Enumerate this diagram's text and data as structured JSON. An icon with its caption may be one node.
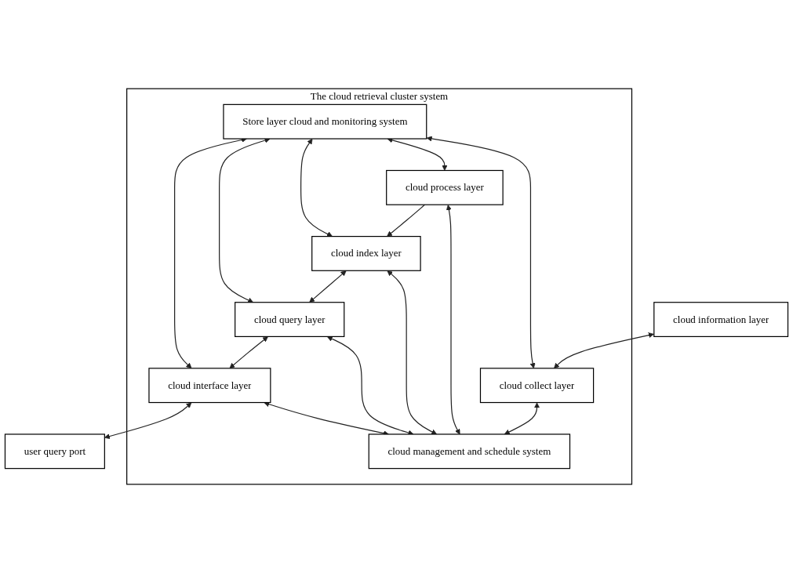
{
  "diagram": {
    "nodes": [
      {
        "text": [
          "cloud information layer"
        ]
      },
      {
        "text": [
          "The cloud retrieval cluster system"
        ]
      },
      {
        "text": [
          "Store layer cloud and monitoring system"
        ],
        "in": 1
      },
      {
        "text": [
          "cloud collect layer"
        ],
        "in": 1
      },
      {
        "text": [
          "cloud process layer"
        ],
        "in": 1
      },
      {
        "text": [
          "cloud index layer"
        ],
        "in": 1
      },
      {
        "text": [
          "cloud query layer"
        ],
        "in": 1
      },
      {
        "text": [
          "cloud interface layer"
        ],
        "in": 1
      },
      {
        "text": [
          "cloud management and schedule system"
        ],
        "in": 1
      },
      {
        "text": [
          "user query port"
        ]
      }
    ],
    "edges": [
      {
        "from": 0,
        "to": 3,
        "arrow": "both"
      },
      {
        "from": 2,
        "to": 3,
        "arrow": "both"
      },
      {
        "from": 2,
        "to": 4,
        "arrow": "both"
      },
      {
        "from": 2,
        "to": 5,
        "arrow": "both"
      },
      {
        "from": 2,
        "to": 6,
        "arrow": "both"
      },
      {
        "from": 2,
        "to": 7,
        "arrow": "both"
      },
      {
        "from": 3,
        "to": 8,
        "arrow": "both"
      },
      {
        "from": 4,
        "to": 8,
        "arrow": "both"
      },
      {
        "from": 5,
        "to": 8,
        "arrow": "both"
      },
      {
        "from": 6,
        "to": 8,
        "arrow": "both"
      },
      {
        "from": 7,
        "to": 8,
        "arrow": "both"
      },
      {
        "from": 4,
        "to": 5,
        "arrow": "to"
      },
      {
        "from": 5,
        "to": 6,
        "arrow": "both"
      },
      {
        "from": 6,
        "to": 7,
        "arrow": "both"
      },
      {
        "from": 7,
        "to": 9,
        "arrow": "both"
      }
    ]
  }
}
